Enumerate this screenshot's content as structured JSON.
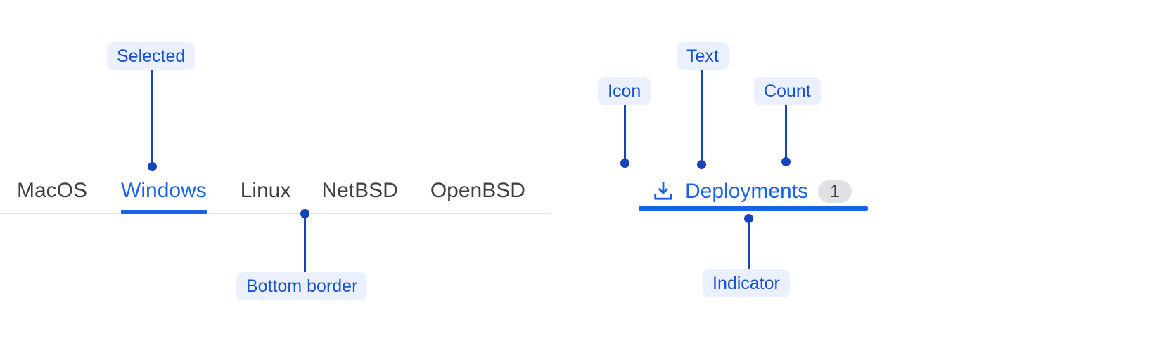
{
  "colors": {
    "accent": "#1a62e8",
    "anno_text": "#1852cc",
    "anno_bg": "#eaf0fd",
    "leader": "#1345b8",
    "tab_text": "#3c4043",
    "border": "#e4e4e4",
    "badge_bg": "#dfe1e5"
  },
  "os_tabset": {
    "name": "operating-system-tabs",
    "tabs": [
      {
        "label": "MacOS",
        "selected": false
      },
      {
        "label": "Windows",
        "selected": true
      },
      {
        "label": "Linux",
        "selected": false
      },
      {
        "label": "NetBSD",
        "selected": false
      },
      {
        "label": "OpenBSD",
        "selected": false
      }
    ]
  },
  "deployments_tab": {
    "icon": "download-tray-icon",
    "label": "Deployments",
    "count": "1",
    "selected": true
  },
  "annotations": [
    {
      "id": "selected",
      "label": "Selected"
    },
    {
      "id": "bottom-border",
      "label": "Bottom border"
    },
    {
      "id": "icon",
      "label": "Icon"
    },
    {
      "id": "text",
      "label": "Text"
    },
    {
      "id": "count",
      "label": "Count"
    },
    {
      "id": "indicator",
      "label": "Indicator"
    }
  ]
}
